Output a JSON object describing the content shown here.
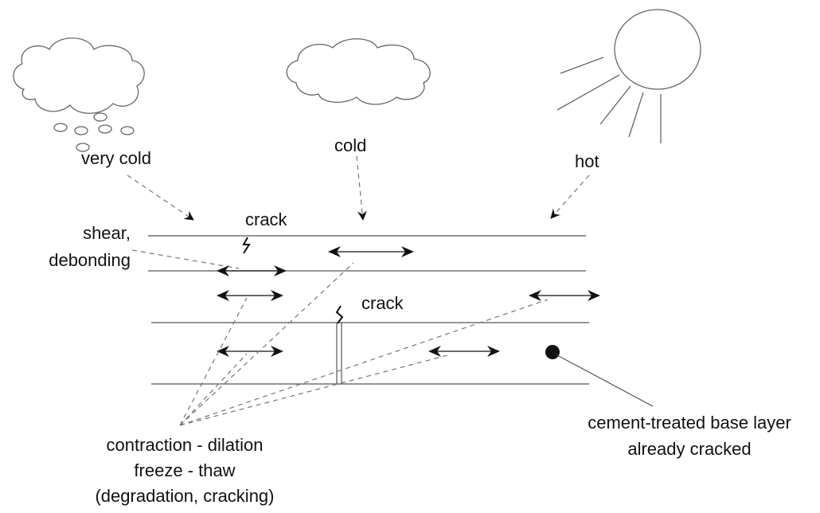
{
  "labels": {
    "very_cold": "very cold",
    "cold": "cold",
    "hot": "hot",
    "crack_top": "crack",
    "crack_mid": "crack",
    "shear_line1": "shear,",
    "shear_line2": "debonding",
    "bottom_line1": "contraction - dilation",
    "bottom_line2": "freeze - thaw",
    "bottom_line3": "(degradation, cracking)",
    "base_line1": "cement-treated base layer",
    "base_line2": "already cracked"
  },
  "colors": {
    "stroke": "#555555",
    "dashed": "#777777",
    "arrow": "#111111",
    "text": "#111111"
  },
  "icons": [
    "rain-cloud-icon",
    "cloud-icon",
    "sun-icon",
    "double-arrow-icon",
    "crack-icon"
  ]
}
